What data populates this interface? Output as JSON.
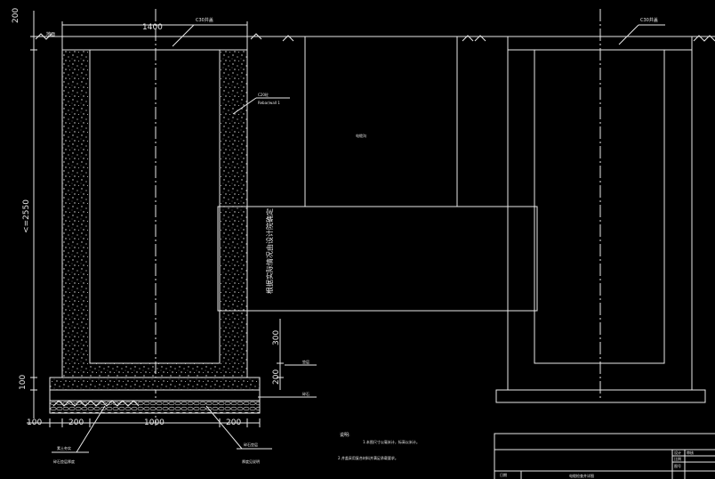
{
  "drawing": {
    "dims": {
      "top_height": "200",
      "width_top": "1400",
      "height_main": "<=2550",
      "bottom_a": "100",
      "bottom_b": "200",
      "bottom_c": "1000",
      "bottom_d": "200",
      "left_bottom": "100",
      "step_300": "300",
      "step_200": "200"
    },
    "labels": {
      "cover_left": "C30井盖",
      "cover_right": "C30井盖",
      "ground_mark": "地面",
      "wall_note_1": "C20砼",
      "wall_note_2": "Rebar/wall 1",
      "middle_label": "电缆沟",
      "vertical_box_text": "根据实际情况由设计院确定",
      "leader_1": "垫层",
      "leader_2": "碎石",
      "bottom_left_1": "素土夯实",
      "bottom_left_2": "碎石垫层厚度",
      "bottom_right_1": "碎石垫层",
      "bottom_right_2": "厚度见说明"
    },
    "notes": {
      "title": "说明:",
      "line1": "1.本图尺寸以毫米计，标高以米计。",
      "line2": "2.井盖采用复合材料并满足承载要求。"
    },
    "title_block": {
      "cell_a": "设计",
      "cell_b": "审核",
      "cell_c": "比例",
      "cell_d": "图号",
      "cell_e": "日期",
      "bottom_caption": "电缆检查井详图"
    }
  }
}
